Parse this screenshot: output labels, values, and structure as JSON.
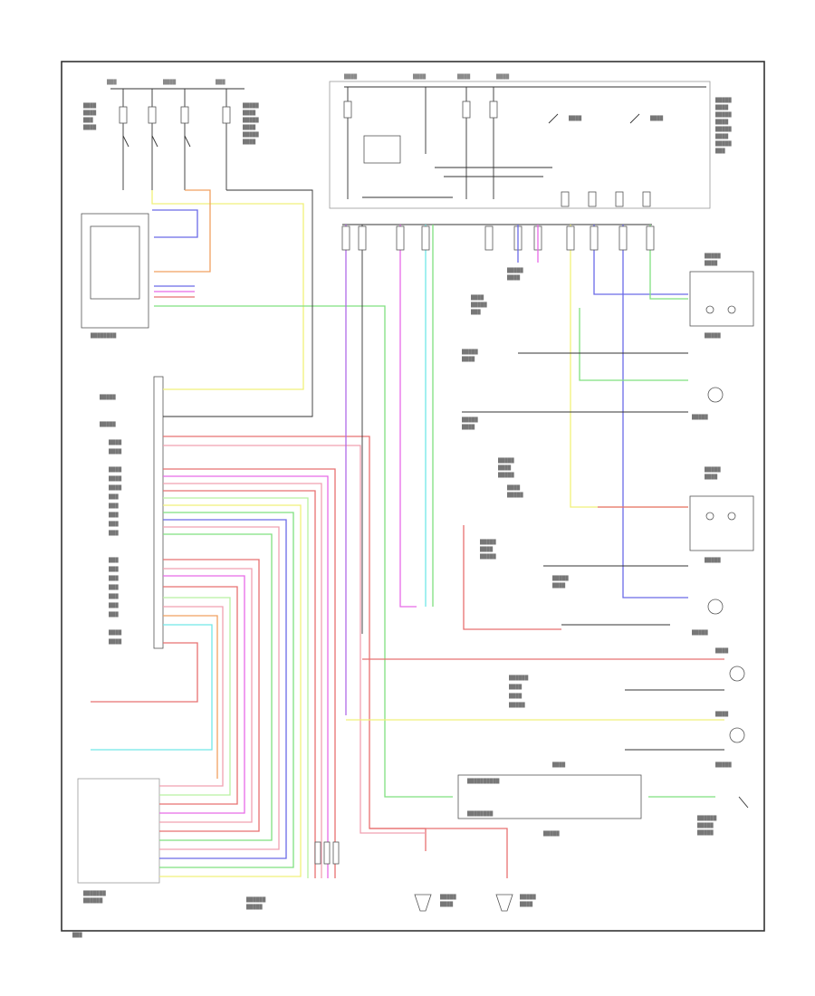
{
  "diagram": {
    "colors": {
      "frame": "#333333",
      "line": "#333333",
      "yellow": "#f0f07a",
      "green": "#7fe07f",
      "blue": "#6a6ae8",
      "violet": "#b06ae8",
      "magenta": "#e86ae8",
      "red": "#e87070",
      "pink": "#f0a0b0",
      "orange": "#f0a060",
      "cyan": "#70e8e8",
      "lightgreen": "#b8f0a0",
      "gray": "#9a9a9a"
    },
    "components": [
      {
        "id": "top-fuse-group-left",
        "icon": "fuse-icon"
      },
      {
        "id": "top-fuse-group-right",
        "icon": "fuse-icon"
      },
      {
        "id": "relay-box",
        "icon": "relay-icon"
      },
      {
        "id": "control-module",
        "icon": "module-icon"
      },
      {
        "id": "left-connector-stack",
        "icon": "connector-icon"
      },
      {
        "id": "bottom-left-module",
        "icon": "module-icon"
      },
      {
        "id": "front-right-headlamp",
        "icon": "lamp-icon"
      },
      {
        "id": "front-left-headlamp",
        "icon": "lamp-icon"
      },
      {
        "id": "right-side-lamp-1",
        "icon": "lamp-icon"
      },
      {
        "id": "right-side-lamp-2",
        "icon": "lamp-icon"
      },
      {
        "id": "right-side-lamp-3",
        "icon": "lamp-icon"
      },
      {
        "id": "right-side-lamp-4",
        "icon": "lamp-icon"
      },
      {
        "id": "bottom-switch",
        "icon": "switch-icon"
      },
      {
        "id": "bottom-ground-connectors",
        "icon": "connector-icon"
      },
      {
        "id": "left-actuator",
        "icon": "actuator-icon"
      },
      {
        "id": "right-actuator",
        "icon": "actuator-icon"
      },
      {
        "id": "middle-connector-block",
        "icon": "connector-icon"
      }
    ]
  }
}
